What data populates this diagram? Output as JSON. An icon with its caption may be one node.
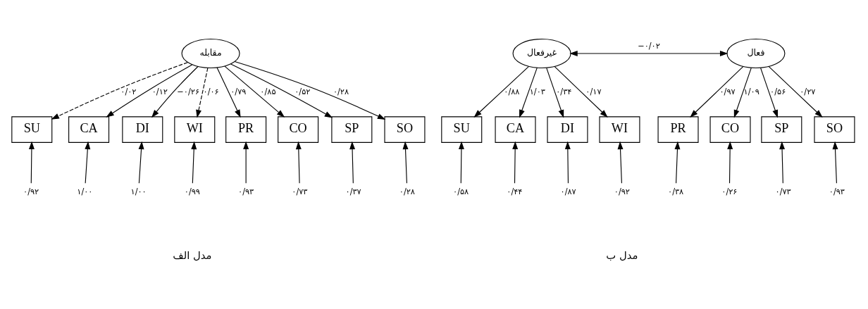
{
  "diagram": {
    "nodes": [
      {
        "text": [
          "مقابله"
        ]
      },
      {
        "text": [
          "SU"
        ]
      },
      {
        "text": [
          "CA"
        ]
      },
      {
        "text": [
          "DI"
        ]
      },
      {
        "text": [
          "WI"
        ]
      },
      {
        "text": [
          "PR"
        ]
      },
      {
        "text": [
          "CO"
        ]
      },
      {
        "text": [
          "SP"
        ]
      },
      {
        "text": [
          "SO"
        ]
      },
      {
        "text": [
          "۰/۹۲"
        ]
      },
      {
        "text": [
          "۱/۰۰"
        ]
      },
      {
        "text": [
          "۱/۰۰"
        ]
      },
      {
        "text": [
          "۰/۹۹"
        ]
      },
      {
        "text": [
          "۰/۹۳"
        ]
      },
      {
        "text": [
          "۰/۷۳"
        ]
      },
      {
        "text": [
          "۰/۳۷"
        ]
      },
      {
        "text": [
          "۰/۲۸"
        ]
      },
      {
        "text": [
          "غیرفعال"
        ]
      },
      {
        "text": [
          "فعال"
        ]
      },
      {
        "text": [
          "SU"
        ]
      },
      {
        "text": [
          "CA"
        ]
      },
      {
        "text": [
          "DI"
        ]
      },
      {
        "text": [
          "WI"
        ]
      },
      {
        "text": [
          "PR"
        ]
      },
      {
        "text": [
          "CO"
        ]
      },
      {
        "text": [
          "SP"
        ]
      },
      {
        "text": [
          "SO"
        ]
      },
      {
        "text": [
          "۰/۵۸"
        ]
      },
      {
        "text": [
          "۰/۴۴"
        ]
      },
      {
        "text": [
          "۰/۸۷"
        ]
      },
      {
        "text": [
          "۰/۹۲"
        ]
      },
      {
        "text": [
          "۰/۳۸"
        ]
      },
      {
        "text": [
          "۰/۲۶"
        ]
      },
      {
        "text": [
          "۰/۷۳"
        ]
      },
      {
        "text": [
          "۰/۹۳"
        ]
      }
    ],
    "edges": [
      {
        "from": 0,
        "to": 1,
        "arrow": "to",
        "label": "۰/۰۲",
        "style": "dashed"
      },
      {
        "from": 0,
        "to": 2,
        "arrow": "to",
        "label": "۰/۱۲"
      },
      {
        "from": 0,
        "to": 3,
        "arrow": "to",
        "label": "−۰/۲۶"
      },
      {
        "from": 0,
        "to": 4,
        "arrow": "to",
        "label": "۰/۰۶",
        "style": "dashed"
      },
      {
        "from": 0,
        "to": 5,
        "arrow": "to",
        "label": "۰/۷۹"
      },
      {
        "from": 0,
        "to": 6,
        "arrow": "to",
        "label": "۰/۸۵"
      },
      {
        "from": 0,
        "to": 7,
        "arrow": "to",
        "label": "۰/۵۲"
      },
      {
        "from": 0,
        "to": 8,
        "arrow": "to",
        "label": "۰/۲۸"
      },
      {
        "from": 9,
        "to": 1,
        "arrow": "to"
      },
      {
        "from": 10,
        "to": 2,
        "arrow": "to"
      },
      {
        "from": 11,
        "to": 3,
        "arrow": "to"
      },
      {
        "from": 12,
        "to": 4,
        "arrow": "to"
      },
      {
        "from": 13,
        "to": 5,
        "arrow": "to"
      },
      {
        "from": 14,
        "to": 6,
        "arrow": "to"
      },
      {
        "from": 15,
        "to": 7,
        "arrow": "to"
      },
      {
        "from": 16,
        "to": 8,
        "arrow": "to"
      },
      {
        "from": 17,
        "to": 18,
        "arrow": "both",
        "label": "−۰/۰۲"
      },
      {
        "from": 17,
        "to": 19,
        "arrow": "to",
        "label": "۰/۸۸"
      },
      {
        "from": 17,
        "to": 20,
        "arrow": "to",
        "label": "۱/۰۳"
      },
      {
        "from": 17,
        "to": 21,
        "arrow": "to",
        "label": "۰/۳۴"
      },
      {
        "from": 17,
        "to": 22,
        "arrow": "to",
        "label": "۰/۱۷"
      },
      {
        "from": 18,
        "to": 23,
        "arrow": "to",
        "label": "۰/۹۷"
      },
      {
        "from": 18,
        "to": 24,
        "arrow": "to",
        "label": "۱/۰۹"
      },
      {
        "from": 18,
        "to": 25,
        "arrow": "to",
        "label": "۰/۵۶"
      },
      {
        "from": 18,
        "to": 26,
        "arrow": "to",
        "label": "۰/۲۷"
      },
      {
        "from": 27,
        "to": 19,
        "arrow": "to"
      },
      {
        "from": 28,
        "to": 20,
        "arrow": "to"
      },
      {
        "from": 29,
        "to": 21,
        "arrow": "to"
      },
      {
        "from": 30,
        "to": 22,
        "arrow": "to"
      },
      {
        "from": 31,
        "to": 23,
        "arrow": "to"
      },
      {
        "from": 32,
        "to": 24,
        "arrow": "to"
      },
      {
        "from": 33,
        "to": 25,
        "arrow": "to"
      },
      {
        "from": 34,
        "to": 26,
        "arrow": "to"
      }
    ],
    "labels": [
      "مدل الف",
      "مدل ب"
    ]
  }
}
